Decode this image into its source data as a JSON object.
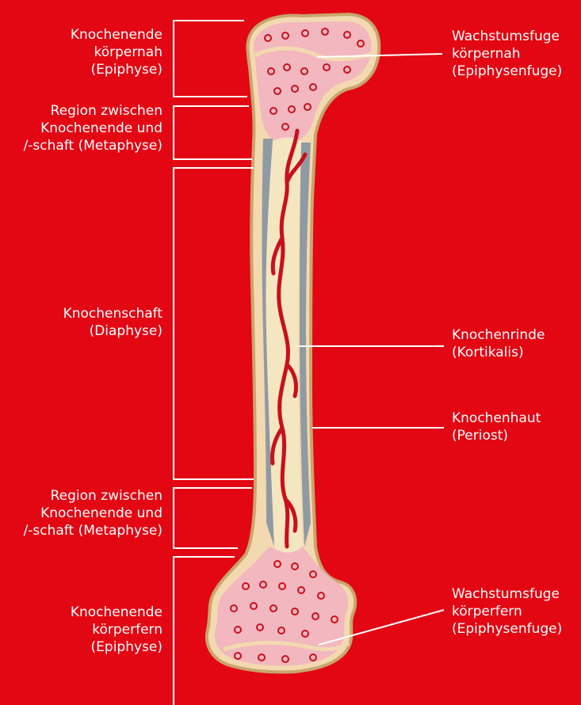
{
  "colors": {
    "background": "#e30613",
    "label_text": "#ffffff",
    "bone_outer": "#f3d9b0",
    "bone_outline": "#c9a56e",
    "spongy_bone": "#f2b7bf",
    "cortex": "#8f9aa3",
    "marrow": "#f5e6c2",
    "blood_vessel": "#c8101b"
  },
  "labels": {
    "epiphysis_top": {
      "line1": "Knochenende",
      "line2": "körpernah",
      "line3": "(Epiphyse)"
    },
    "metaphysis_top": {
      "line1": "Region zwischen",
      "line2": "Knochenende und",
      "line3": "/-schaft (Metaphyse)"
    },
    "diaphysis": {
      "line1": "Knochenschaft",
      "line2": "(Diaphyse)"
    },
    "metaphysis_bottom": {
      "line1": "Region zwischen",
      "line2": "Knochenende und",
      "line3": "/-schaft (Metaphyse)"
    },
    "epiphysis_bottom": {
      "line1": "Knochenende",
      "line2": "körperfern",
      "line3": "(Epiphyse)"
    },
    "growth_plate_top": {
      "line1": "Wachstumsfuge",
      "line2": "körpernah",
      "line3": "(Epiphysenfuge)"
    },
    "cortex": {
      "line1": "Knochenrinde",
      "line2": "(Kortikalis)"
    },
    "periosteum": {
      "line1": "Knochenhaut",
      "line2": "(Periost)"
    },
    "growth_plate_bottom": {
      "line1": "Wachstumsfuge",
      "line2": "körperfern",
      "line3": "(Epiphysenfuge)"
    }
  }
}
